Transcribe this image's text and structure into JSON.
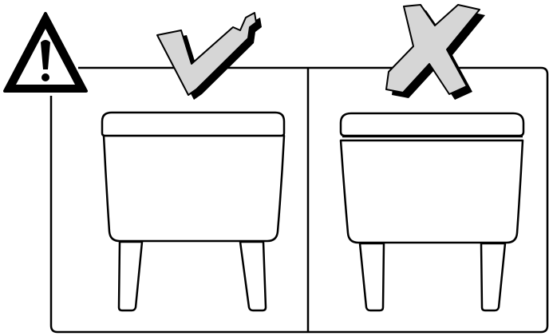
{
  "panels": [
    {
      "verdict": "correct",
      "icon": "check-mark-icon",
      "ottoman_variant": "lid-seated-evenly"
    },
    {
      "verdict": "incorrect",
      "icon": "cross-mark-icon",
      "ottoman_variant": "lid-raised-gap"
    }
  ],
  "warning_icon": "warning-triangle-icon",
  "colors": {
    "line": "#000000",
    "mark_fill": "#d6d6d6",
    "mark_shadow": "#000000",
    "background": "#ffffff"
  }
}
